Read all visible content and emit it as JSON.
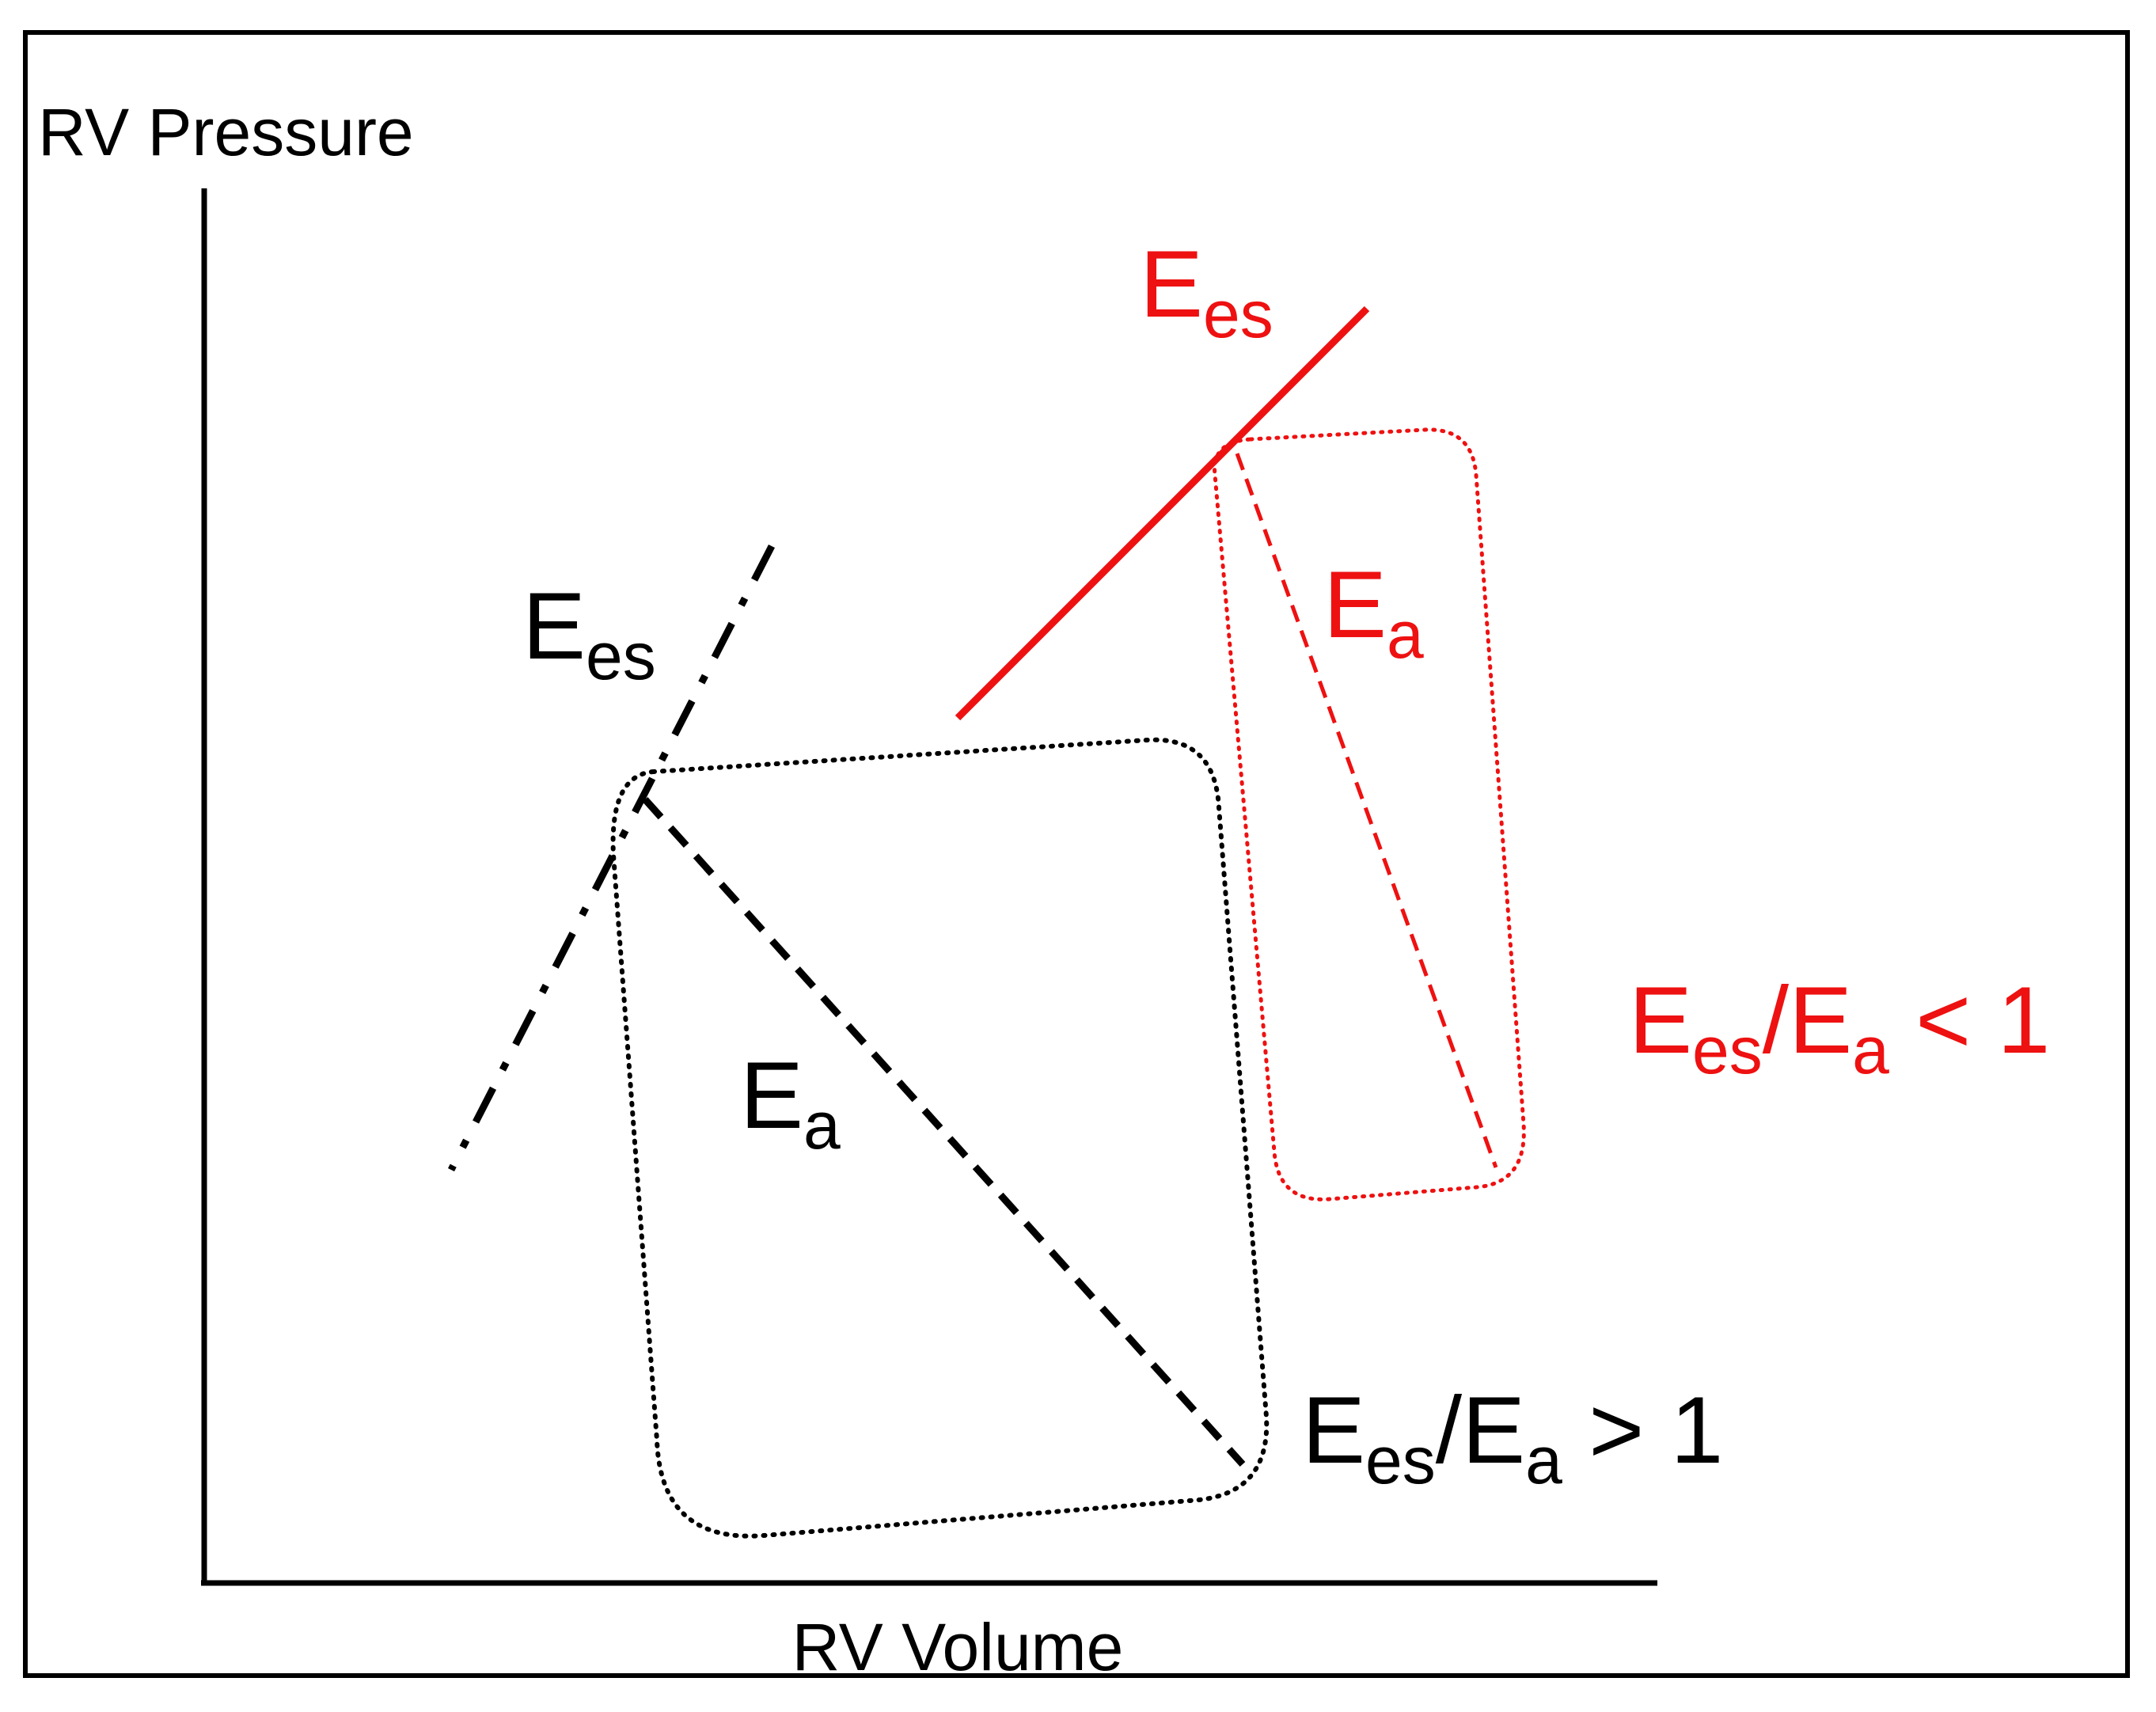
{
  "axes": {
    "y_label": "RV Pressure",
    "x_label": "RV Volume"
  },
  "normal": {
    "ees_main": "E",
    "ees_sub": "es",
    "ea_main": "E",
    "ea_sub": "a",
    "ratio": {
      "e1": "E",
      "s1": "es",
      "slash": "/",
      "e2": "E",
      "s2": "a",
      "rel": " > 1"
    }
  },
  "failing": {
    "ees_main": "E",
    "ees_sub": "es",
    "ea_main": "E",
    "ea_sub": "a",
    "ratio": {
      "e1": "E",
      "s1": "es",
      "slash": "/",
      "e2": "E",
      "s2": "a",
      "rel": " < 1"
    }
  },
  "colors": {
    "normal": "#000000",
    "failing": "#ee1111"
  }
}
